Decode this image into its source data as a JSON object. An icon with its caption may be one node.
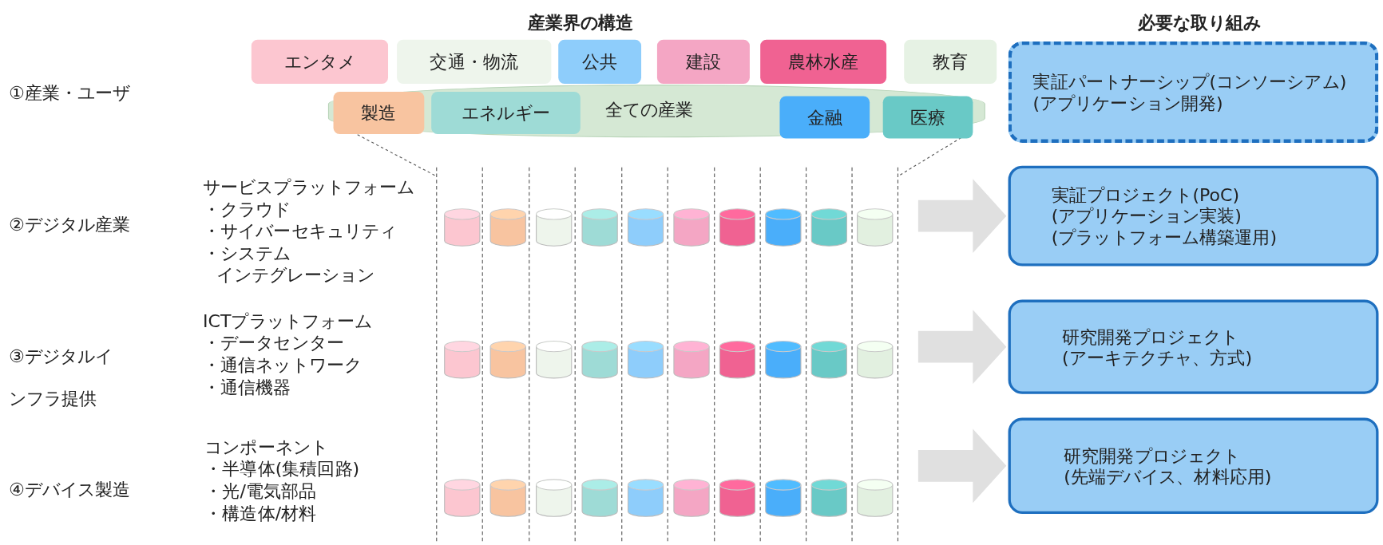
{
  "diagram": {
    "nodes": [
      {
        "text": [
          "全ての産業"
        ]
      },
      {
        "text": [
          "エンタメ"
        ]
      },
      {
        "text": [
          "交通・物流"
        ]
      },
      {
        "text": [
          "公共"
        ]
      },
      {
        "text": [
          "建設"
        ]
      },
      {
        "text": [
          "農林水産"
        ]
      },
      {
        "text": [
          "教育"
        ]
      },
      {
        "text": [
          "製造"
        ],
        "in": 0
      },
      {
        "text": [
          "エネルギー"
        ],
        "in": 0
      },
      {
        "text": [
          "金融"
        ],
        "in": 0
      },
      {
        "text": [
          "医療"
        ],
        "in": 0
      },
      {
        "text": [],
        "shape": "cylinder"
      },
      {
        "text": [],
        "shape": "cylinder"
      },
      {
        "text": [],
        "shape": "cylinder"
      },
      {
        "text": [],
        "shape": "cylinder"
      },
      {
        "text": [],
        "shape": "cylinder"
      },
      {
        "text": [],
        "shape": "cylinder"
      },
      {
        "text": [],
        "shape": "cylinder"
      },
      {
        "text": [],
        "shape": "cylinder"
      },
      {
        "text": [],
        "shape": "cylinder"
      },
      {
        "text": [],
        "shape": "cylinder"
      },
      {
        "text": [],
        "shape": "cylinder"
      },
      {
        "text": [],
        "shape": "cylinder"
      },
      {
        "text": [],
        "shape": "cylinder"
      },
      {
        "text": [],
        "shape": "cylinder"
      },
      {
        "text": [],
        "shape": "cylinder"
      },
      {
        "text": [],
        "shape": "cylinder"
      },
      {
        "text": [],
        "shape": "cylinder"
      },
      {
        "text": [],
        "shape": "cylinder"
      },
      {
        "text": [],
        "shape": "cylinder"
      },
      {
        "text": [],
        "shape": "cylinder"
      },
      {
        "text": [],
        "shape": "cylinder"
      },
      {
        "text": [],
        "shape": "cylinder"
      },
      {
        "text": [],
        "shape": "cylinder"
      },
      {
        "text": [],
        "shape": "cylinder"
      },
      {
        "text": [],
        "shape": "cylinder"
      },
      {
        "text": [],
        "shape": "cylinder"
      },
      {
        "text": [],
        "shape": "cylinder"
      },
      {
        "text": [],
        "shape": "cylinder"
      },
      {
        "text": [],
        "shape": "cylinder"
      },
      {
        "text": [],
        "shape": "cylinder"
      },
      {
        "text": [
          "実証パートナーシップ(コンソーシアム)",
          "(アプリケーション開発)"
        ]
      },
      {
        "text": [
          "実証プロジェクト(PoC)",
          "(アプリケーション実装)",
          "(プラットフォーム構築運用)"
        ]
      },
      {
        "text": [
          "研究開発プロジェクト",
          "(アーキテクチャ、方式)"
        ]
      },
      {
        "text": [
          "研究開発プロジェクト",
          "(先端デバイス、材料応用)"
        ]
      }
    ],
    "edges": [
      {
        "from": null,
        "to": 42,
        "arrow": "to"
      },
      {
        "from": null,
        "to": 43,
        "arrow": "to"
      },
      {
        "from": null,
        "to": 44,
        "arrow": "to"
      }
    ],
    "labels": [
      "産業界の構造",
      "必要な取り組み",
      "①産業・ユーザ",
      "サービスプラットフォーム",
      "・クラウド",
      "②デジタル産業",
      "・サイバーセキュリティ",
      "・システム",
      "インテグレーション",
      "ICTプラットフォーム",
      "③デジタルインフラ提供",
      "・データセンター",
      "・通信ネットワーク",
      "・通信機器",
      "コンポーネント",
      "・半導体(集積回路)",
      "④デバイス製造",
      "・光/電気部品",
      "・構造体/材料"
    ]
  }
}
